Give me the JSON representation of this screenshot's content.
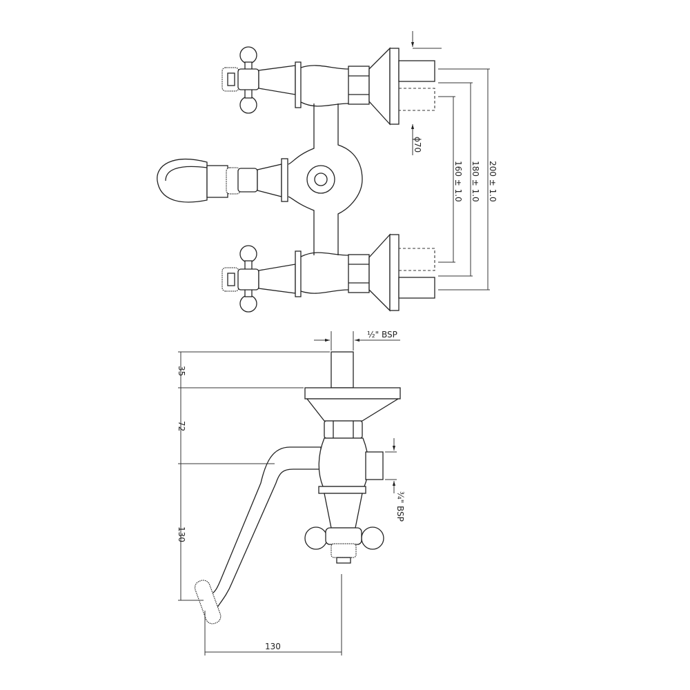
{
  "top_view": {
    "dimensions": {
      "inlet_diameter": "ϕ70",
      "center_160": "160 ± 1.0",
      "center_180": "180 ± 1.0",
      "center_200": "200 ± 1.0"
    }
  },
  "side_view": {
    "dimensions": {
      "inlet_thread": "½\" BSP",
      "outlet_thread": "¾\" BSP",
      "height_35": "35",
      "height_72": "72",
      "height_130": "130",
      "projection_130": "130"
    }
  }
}
